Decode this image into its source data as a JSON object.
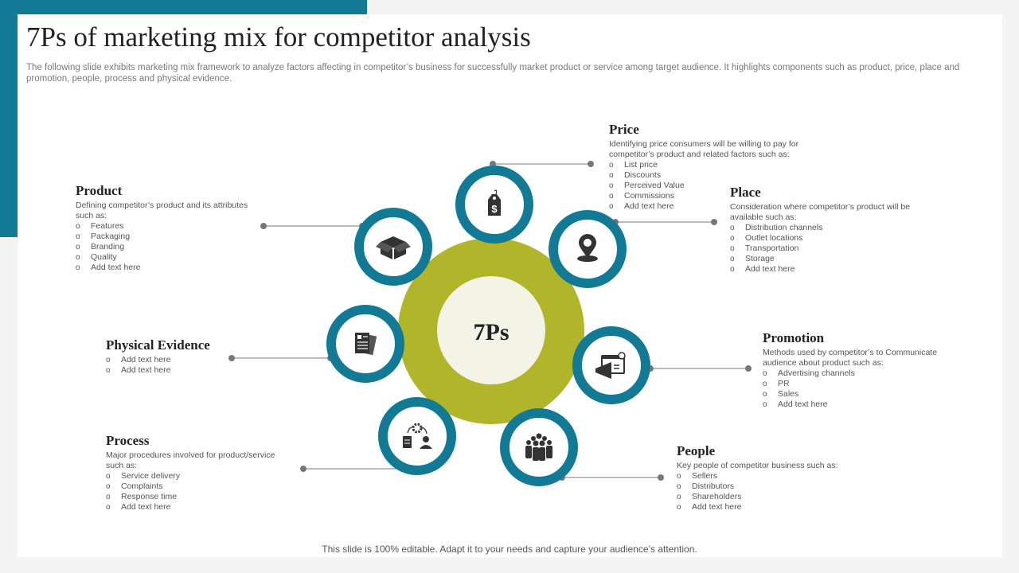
{
  "title": "7Ps of marketing mix for competitor analysis",
  "subtitle": "The following slide exhibits marketing mix framework to analyze factors affecting in competitor’s business for successfully market product or service among target audience. It highlights components such as product, price, place and promotion, people, process and physical evidence.",
  "center_label": "7Ps",
  "footer": "This slide is 100% editable. Adapt it to your needs and capture your audience’s attention.",
  "colors": {
    "accent": "#127a95",
    "ring": "#127a95",
    "olive": "#b1b52a",
    "center": "#f4f4e6"
  },
  "icons": [
    "price-tag-icon",
    "location-pin-icon",
    "megaphone-icon",
    "people-group-icon",
    "process-person-gear-icon",
    "documents-icon",
    "box-icon"
  ],
  "blocks": {
    "price": {
      "title": "Price",
      "desc": "Identifying price consumers will be willing to pay for competitor’s product and related factors such as:",
      "items": [
        "List price",
        "Discounts",
        "Perceived Value",
        "Commissions",
        "Add text here"
      ]
    },
    "place": {
      "title": "Place",
      "desc": "Consideration where competitor’s product will be available such as:",
      "items": [
        "Distribution channels",
        "Outlet locations",
        "Transportation",
        "Storage",
        "Add text here"
      ]
    },
    "product": {
      "title": "Product",
      "desc": "Defining competitor’s product and its attributes such as:",
      "items": [
        "Features",
        "Packaging",
        "Branding",
        "Quality",
        "Add text here"
      ]
    },
    "physical": {
      "title": "Physical Evidence",
      "desc": "",
      "items": [
        "Add text here",
        "Add text here"
      ]
    },
    "promotion": {
      "title": "Promotion",
      "desc": "Methods used by competitor’s to Communicate audience about product such as:",
      "items": [
        "Advertising channels",
        "PR",
        "Sales",
        "Add text here"
      ]
    },
    "process": {
      "title": "Process",
      "desc": "Major procedures involved for product/service such as:",
      "items": [
        "Service delivery",
        "Complaints",
        "Response time",
        "Add text here"
      ]
    },
    "people": {
      "title": "People",
      "desc": "Key people of competitor business such as:",
      "items": [
        "Sellers",
        "Distributors",
        "Shareholders",
        "Add text here"
      ]
    }
  }
}
